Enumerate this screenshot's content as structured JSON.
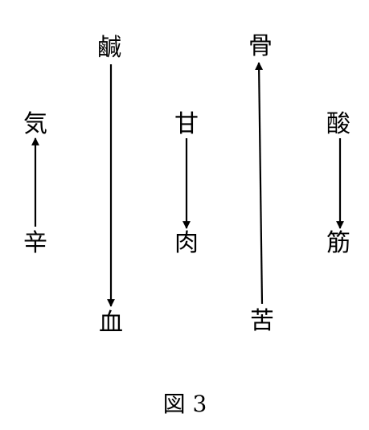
{
  "nodes": {
    "ki": "気",
    "shin": "辛",
    "kan_salt": "鹹",
    "ketsu": "血",
    "kan_sweet": "甘",
    "niku": "肉",
    "kotsu": "骨",
    "ku": "苦",
    "san": "酸",
    "kin": "筋"
  },
  "caption": "図 3",
  "colors": {
    "ink": "#000000",
    "background": "#ffffff"
  }
}
